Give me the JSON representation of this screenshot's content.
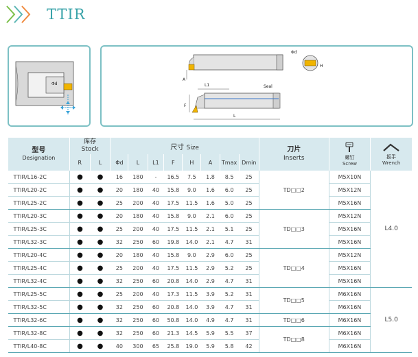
{
  "header": {
    "title": "TTIR"
  },
  "diagram": {
    "left_labels": {
      "d": "Φd"
    },
    "right_labels": {
      "phi_d": "Φd",
      "H": "H",
      "A": "A",
      "L1": "L1",
      "F": "F",
      "L": "L",
      "seal": "Seal"
    }
  },
  "table": {
    "head": {
      "designation_cn": "型号",
      "designation_en": "Designation",
      "stock_cn": "库存",
      "stock_en": "Stock",
      "size_cn": "尺寸",
      "size_en": "Size",
      "inserts_cn": "刀片",
      "inserts_en": "Inserts",
      "screw_cn": "螺钉",
      "screw_en": "Screw",
      "wrench_cn": "扳手",
      "wrench_en": "Wrench",
      "cols": [
        "R",
        "L",
        "Φd",
        "L",
        "L1",
        "F",
        "H",
        "A",
        "Tmax",
        "Dmin"
      ]
    },
    "rows": [
      {
        "des": "TTIR/L16-2C",
        "r": "●",
        "l": "●",
        "d": "16",
        "L": "180",
        "L1": "-",
        "F": "16.5",
        "H": "7.5",
        "A": "1.8",
        "tmax": "8.5",
        "dmin": "25",
        "screw": "M5X10N"
      },
      {
        "des": "TTIR/L20-2C",
        "r": "●",
        "l": "●",
        "d": "20",
        "L": "180",
        "L1": "40",
        "F": "15.8",
        "H": "9.0",
        "A": "1.6",
        "tmax": "6.0",
        "dmin": "25",
        "screw": "M5X12N"
      },
      {
        "des": "TTIR/L25-2C",
        "r": "●",
        "l": "●",
        "d": "25",
        "L": "200",
        "L1": "40",
        "F": "17.5",
        "H": "11.5",
        "A": "1.6",
        "tmax": "5.0",
        "dmin": "25",
        "screw": "M5X16N"
      },
      {
        "des": "TTIR/L20-3C",
        "r": "●",
        "l": "●",
        "d": "20",
        "L": "180",
        "L1": "40",
        "F": "15.8",
        "H": "9.0",
        "A": "2.1",
        "tmax": "6.0",
        "dmin": "25",
        "screw": "M5X12N"
      },
      {
        "des": "TTIR/L25-3C",
        "r": "●",
        "l": "●",
        "d": "25",
        "L": "200",
        "L1": "40",
        "F": "17.5",
        "H": "11.5",
        "A": "2.1",
        "tmax": "5.1",
        "dmin": "25",
        "screw": "M5X16N"
      },
      {
        "des": "TTIR/L32-3C",
        "r": "●",
        "l": "●",
        "d": "32",
        "L": "250",
        "L1": "60",
        "F": "19.8",
        "H": "14.0",
        "A": "2.1",
        "tmax": "4.7",
        "dmin": "31",
        "screw": "M5X16N"
      },
      {
        "des": "TTIR/L20-4C",
        "r": "●",
        "l": "●",
        "d": "20",
        "L": "180",
        "L1": "40",
        "F": "15.8",
        "H": "9.0",
        "A": "2.9",
        "tmax": "6.0",
        "dmin": "25",
        "screw": "M5X12N"
      },
      {
        "des": "TTIR/L25-4C",
        "r": "●",
        "l": "●",
        "d": "25",
        "L": "200",
        "L1": "40",
        "F": "17.5",
        "H": "11.5",
        "A": "2.9",
        "tmax": "5.2",
        "dmin": "25",
        "screw": "M5X16N"
      },
      {
        "des": "TTIR/L32-4C",
        "r": "●",
        "l": "●",
        "d": "32",
        "L": "250",
        "L1": "60",
        "F": "20.8",
        "H": "14.0",
        "A": "2.9",
        "tmax": "4.7",
        "dmin": "31",
        "screw": "M5X16N"
      },
      {
        "des": "TTIR/L25-5C",
        "r": "●",
        "l": "●",
        "d": "25",
        "L": "200",
        "L1": "40",
        "F": "17.3",
        "H": "11.5",
        "A": "3.9",
        "tmax": "5.2",
        "dmin": "31",
        "screw": "M6X16N"
      },
      {
        "des": "TTIR/L32-5C",
        "r": "●",
        "l": "●",
        "d": "32",
        "L": "250",
        "L1": "60",
        "F": "20.8",
        "H": "14.0",
        "A": "3.9",
        "tmax": "4.7",
        "dmin": "31",
        "screw": "M6X16N"
      },
      {
        "des": "TTIR/L32-6C",
        "r": "●",
        "l": "●",
        "d": "32",
        "L": "250",
        "L1": "60",
        "F": "50.8",
        "H": "14.0",
        "A": "4.9",
        "tmax": "4.7",
        "dmin": "31",
        "screw": "M6X16N"
      },
      {
        "des": "TTIR/L32-8C",
        "r": "●",
        "l": "●",
        "d": "32",
        "L": "250",
        "L1": "60",
        "F": "21.3",
        "H": "14.5",
        "A": "5.9",
        "tmax": "5.5",
        "dmin": "37",
        "screw": "M6X16N"
      },
      {
        "des": "TTIR/L40-8C",
        "r": "●",
        "l": "●",
        "d": "40",
        "L": "300",
        "L1": "65",
        "F": "25.8",
        "H": "19.0",
        "A": "5.9",
        "tmax": "5.8",
        "dmin": "42",
        "screw": "M6X16N"
      }
    ],
    "inserts": [
      "TD□□2",
      "TD□□3",
      "TD□□4",
      "TD□□5",
      "TD□□6",
      "TD□□8"
    ],
    "wrench": [
      "L4.0",
      "L5.0"
    ]
  }
}
